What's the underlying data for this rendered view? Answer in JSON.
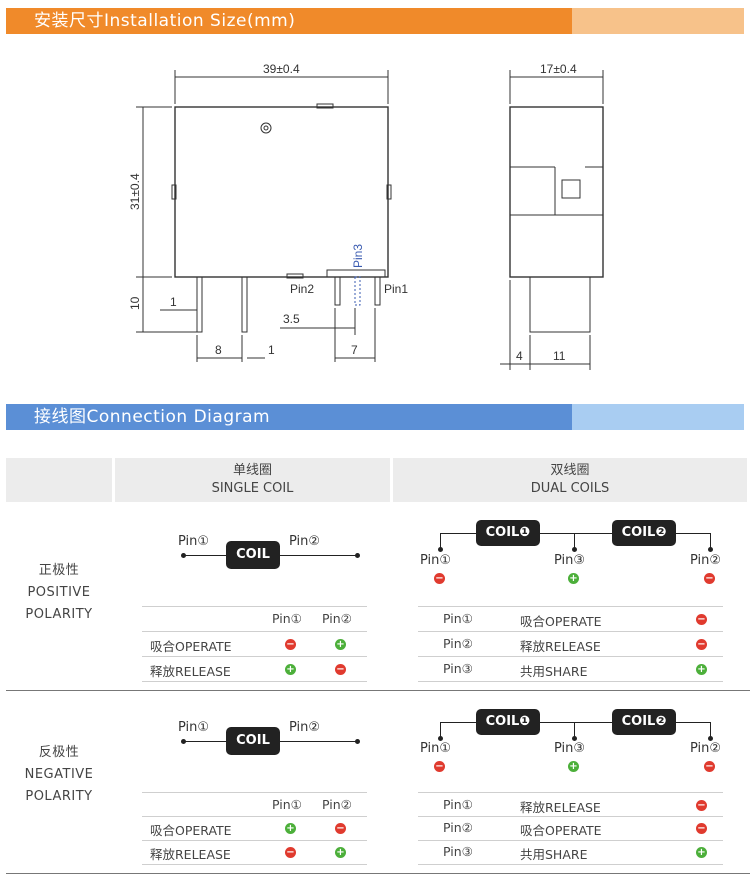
{
  "sections": {
    "installation_title": "安装尺寸Installation Size(mm)",
    "connection_title": "接线图Connection Diagram"
  },
  "drawing": {
    "width_dim": "39±0.4",
    "height_dim": "31±0.4",
    "depth_dim": "17±0.4",
    "pin_len": "10",
    "pin_w1": "1",
    "pin_w2": "1",
    "dim_8": "8",
    "dim_35": "3.5",
    "dim_7": "7",
    "dim_4": "4",
    "dim_11": "11",
    "pin1": "Pin1",
    "pin2": "Pin2",
    "pin3": "Pin3"
  },
  "headers": {
    "single_cn": "单线圈",
    "single_en": "SINGLE COIL",
    "dual_cn": "双线圈",
    "dual_en": "DUAL COILS"
  },
  "positive": {
    "cn": "正极性",
    "en1": "POSITIVE",
    "en2": "POLARITY",
    "single_table": {
      "col1": "Pin①",
      "col2": "Pin②",
      "rows": [
        {
          "label": "吸合OPERATE",
          "p1": "-",
          "p2": "+"
        },
        {
          "label": "释放RELEASE",
          "p1": "+",
          "p2": "-"
        }
      ]
    },
    "dual_table": [
      {
        "pin": "Pin①",
        "label": "吸合OPERATE",
        "sign": "-"
      },
      {
        "pin": "Pin②",
        "label": "释放RELEASE",
        "sign": "-"
      },
      {
        "pin": "Pin③",
        "label": "共用SHARE",
        "sign": "+"
      }
    ]
  },
  "negative": {
    "cn": "反极性",
    "en1": "NEGATIVE",
    "en2": "POLARITY",
    "single_table": {
      "col1": "Pin①",
      "col2": "Pin②",
      "rows": [
        {
          "label": "吸合OPERATE",
          "p1": "+",
          "p2": "-"
        },
        {
          "label": "释放RELEASE",
          "p1": "-",
          "p2": "+"
        }
      ]
    },
    "dual_table": [
      {
        "pin": "Pin①",
        "label": "释放RELEASE",
        "sign": "-"
      },
      {
        "pin": "Pin②",
        "label": "吸合OPERATE",
        "sign": "-"
      },
      {
        "pin": "Pin③",
        "label": "共用SHARE",
        "sign": "+"
      }
    ]
  },
  "diagram": {
    "coil": "COIL",
    "coil1": "COIL❶",
    "coil2": "COIL❷",
    "pin1": "Pin①",
    "pin2": "Pin②",
    "pin3": "Pin③"
  },
  "colors": {
    "orange": "#f08a2a",
    "blue": "#5b8fd6",
    "minus": "#e03a2e",
    "plus": "#4caf3a"
  }
}
